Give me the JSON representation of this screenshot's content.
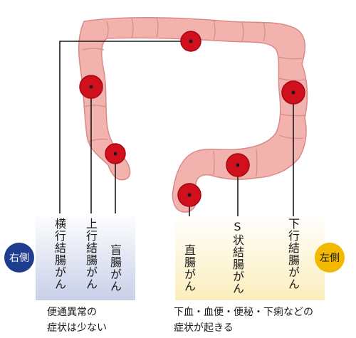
{
  "diagram": {
    "right_side": {
      "badge": "右側",
      "badge_color": "#1f3d8f",
      "cancers": [
        "横行結腸がん",
        "上行結腸がん",
        "盲腸がん"
      ],
      "note_lines": [
        "便通異常の",
        "症状は少ない"
      ]
    },
    "left_side": {
      "badge": "左側",
      "badge_color": "#f3b800",
      "cancers": [
        "直腸がん",
        "S状結腸がん",
        "下行結腸がん"
      ],
      "note_lines": [
        "下血・血便・便秘・下痢などの",
        "症状が起きる"
      ]
    },
    "colors": {
      "colon_fill": "#f2b3ae",
      "colon_stroke": "#d98a86",
      "tumor": "#d0101c",
      "right_panel": "#c8d0e8",
      "left_panel": "#fbeebb"
    }
  }
}
